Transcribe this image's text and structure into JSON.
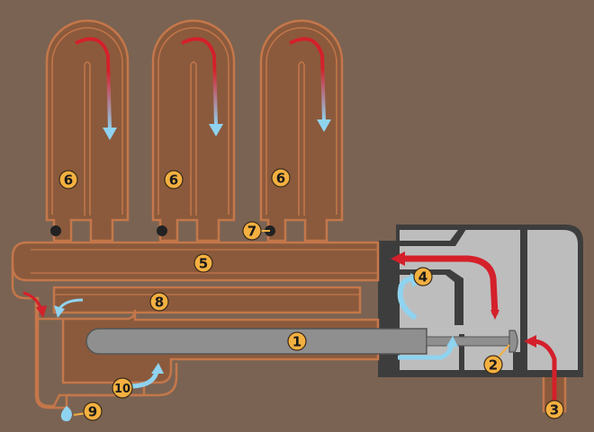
{
  "diagram": {
    "labels": {
      "shaft": "1",
      "valve": "2",
      "inlet_pipe": "3",
      "gas_flow": "4",
      "header_pipe": "5",
      "tube_left": "6",
      "tube_middle": "6",
      "tube_right": "6",
      "bracket": "7",
      "return_pipe": "8",
      "drain": "9",
      "return_flow": "10"
    },
    "colors": {
      "background": "#7a6352",
      "copper": "#8b5a3c",
      "copper_edge": "#c4774a",
      "housing": "#bdbdbd",
      "housing_frame": "#3d3d3d",
      "shaft": "#8f8f8f",
      "hot_flow": "#d4202a",
      "cold_flow": "#8fd3f0",
      "badge": "#f4b040"
    }
  }
}
